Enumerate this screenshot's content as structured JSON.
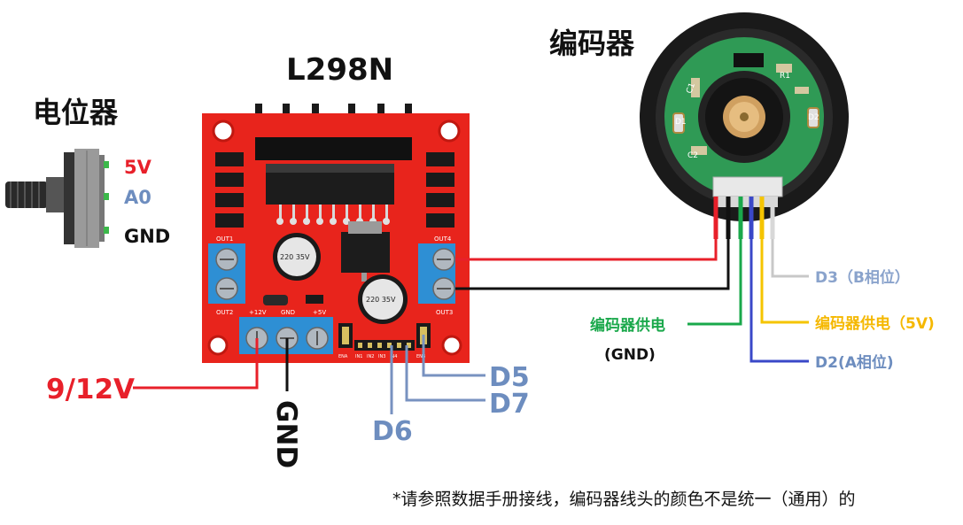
{
  "titles": {
    "potentiometer": "电位器",
    "driver": "L298N",
    "encoder": "编码器"
  },
  "pot_pins": {
    "vcc": "5V",
    "signal": "A0",
    "gnd": "GND"
  },
  "power_labels": {
    "supply": "9/12V",
    "ground": "GND"
  },
  "control_pins": {
    "d5": "D5",
    "d6": "D6",
    "d7": "D7"
  },
  "encoder_wires": {
    "b_phase": "D3（B相位）",
    "power_plus": "编码器供电（5V)",
    "power_minus": "编码器供电",
    "gnd": "(GND)",
    "a_phase": "D2(A相位)"
  },
  "board_text": {
    "out1": "OUT1",
    "out2": "OUT2",
    "out3": "OUT3",
    "out4": "OUT4",
    "v12": "+12V",
    "gnd": "GND",
    "v5": "+5V",
    "cap1": "220 35V",
    "cap2": "220 35V",
    "enA": "ENA",
    "in1": "IN1",
    "in2": "IN2",
    "in3": "IN3",
    "in4": "IN4",
    "enB": "ENB"
  },
  "encoder_pcb": {
    "c1": "C1",
    "c2": "C2",
    "r1": "R1",
    "d1": "D1",
    "d2": "D2"
  },
  "footnote": "*请参照数据手册接线，编码器线头的颜色不是统一（通用）的",
  "colors": {
    "red_label": "#e8202a",
    "blue_label": "#6d8dbf",
    "green_label": "#1aa84b",
    "yellow_label": "#f5b800",
    "board_red": "#e8241c",
    "terminal_blue": "#2e8fd4",
    "wire_red": "#e8202a",
    "wire_black": "#111111",
    "wire_green": "#1aa84b",
    "wire_yellow": "#f5c400",
    "wire_blue": "#3a48c8",
    "wire_white": "#c8c8c8",
    "wire_grey_blue": "#7892c0"
  }
}
